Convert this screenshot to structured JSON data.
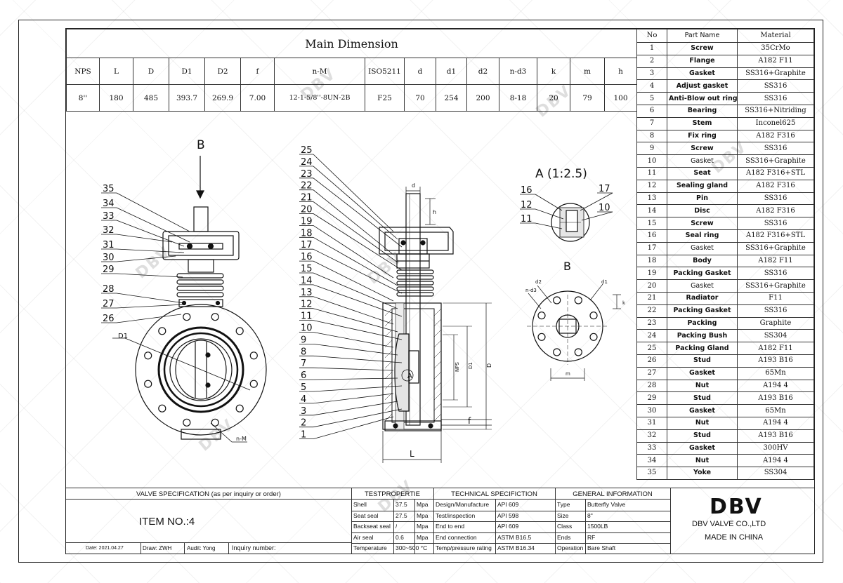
{
  "dimension_table": {
    "title": "Main Dimension",
    "headers": [
      "NPS",
      "L",
      "D",
      "D1",
      "D2",
      "f",
      "n-M",
      "ISO5211",
      "d",
      "d1",
      "d2",
      "n-d3",
      "k",
      "m",
      "h"
    ],
    "values": [
      "8''",
      "180",
      "485",
      "393.7",
      "269.9",
      "7.00",
      "12-1-5/8''-8UN-2B",
      "F25",
      "70",
      "254",
      "200",
      "8-18",
      "20",
      "79",
      "100"
    ]
  },
  "parts_list": {
    "headers": [
      "No",
      "Part Name",
      "Material"
    ],
    "rows": [
      [
        "1",
        "Screw",
        "35CrMo"
      ],
      [
        "2",
        "Flange",
        "A182 F11"
      ],
      [
        "3",
        "Gasket",
        "SS316+Graphite"
      ],
      [
        "4",
        "Adjust gasket",
        "SS316"
      ],
      [
        "5",
        "Anti-Blow out ring",
        "SS316"
      ],
      [
        "6",
        "Bearing",
        "SS316+Nitriding"
      ],
      [
        "7",
        "Stem",
        "Inconel625"
      ],
      [
        "8",
        "Fix ring",
        "A182 F316"
      ],
      [
        "9",
        "Screw",
        "SS316"
      ],
      [
        "10",
        "Gasket",
        "SS316+Graphite"
      ],
      [
        "11",
        "Seat",
        "A182 F316+STL"
      ],
      [
        "12",
        "Sealing gland",
        "A182 F316"
      ],
      [
        "13",
        "Pin",
        "SS316"
      ],
      [
        "14",
        "Disc",
        "A182 F316"
      ],
      [
        "15",
        "Screw",
        "SS316"
      ],
      [
        "16",
        "Seal ring",
        "A182 F316+STL"
      ],
      [
        "17",
        "Gasket",
        "SS316+Graphite"
      ],
      [
        "18",
        "Body",
        "A182 F11"
      ],
      [
        "19",
        "Packing Gasket",
        "SS316"
      ],
      [
        "20",
        "Gasket",
        "SS316+Graphite"
      ],
      [
        "21",
        "Radiator",
        "F11"
      ],
      [
        "22",
        "Packing Gasket",
        "SS316"
      ],
      [
        "23",
        "Packing",
        "Graphite"
      ],
      [
        "24",
        "Packing Bush",
        "SS304"
      ],
      [
        "25",
        "Packing Gland",
        "A182 F11"
      ],
      [
        "26",
        "Stud",
        "A193 B16"
      ],
      [
        "27",
        "Gasket",
        "65Mn"
      ],
      [
        "28",
        "Nut",
        "A194 4"
      ],
      [
        "29",
        "Stud",
        "A193 B16"
      ],
      [
        "30",
        "Gasket",
        "65Mn"
      ],
      [
        "31",
        "Nut",
        "A194 4"
      ],
      [
        "32",
        "Stud",
        "A193 B16"
      ],
      [
        "33",
        "Gasket",
        "300HV"
      ],
      [
        "34",
        "Nut",
        "A194 4"
      ],
      [
        "35",
        "Yoke",
        "SS304"
      ]
    ]
  },
  "drawing_labels": {
    "front_view_title": "B",
    "detail_title": "A (1:2.5)",
    "view_b_title": "B",
    "d1_label": "D1",
    "nm_label": "n-M",
    "l_label": "L",
    "f_label": "f",
    "d_label": "D",
    "d1_vert": "D1",
    "nps_vert": "NPS",
    "a_marker": "A",
    "d_top": "d",
    "h_label": "h",
    "b_d2": "d2",
    "b_d1": "d1",
    "b_nd3": "n-d3",
    "b_k": "k",
    "b_m": "m",
    "front_callouts": [
      "35",
      "34",
      "33",
      "32",
      "31",
      "30",
      "29",
      "28",
      "27",
      "26"
    ],
    "section_callouts": [
      "25",
      "24",
      "23",
      "22",
      "21",
      "20",
      "19",
      "18",
      "17",
      "16",
      "15",
      "14",
      "13",
      "12",
      "11",
      "10",
      "9",
      "8",
      "7",
      "6",
      "5",
      "4",
      "3",
      "2",
      "1"
    ],
    "detail_callouts": [
      "16",
      "12",
      "11",
      "17",
      "10"
    ]
  },
  "valve_specification": {
    "header": "VALVE SPECIFICATION (as per inquiry or order)",
    "item_no": "ITEM NO.:4",
    "date": "Date: 2021.04.27",
    "draw": "Draw: ZWH",
    "audit": "Audit: Yong",
    "inquiry": "Inquiry number:"
  },
  "test_properties": {
    "header": "TESTPROPERTIE",
    "rows": [
      {
        "label": "Shell",
        "value": "37.5",
        "unit": "Mpa"
      },
      {
        "label": "Seat seal",
        "value": "27.5",
        "unit": "Mpa"
      },
      {
        "label": "Backseat seal",
        "value": "/",
        "unit": "Mpa"
      },
      {
        "label": "Air seal",
        "value": "0.6",
        "unit": "Mpa"
      },
      {
        "label": "Temperature",
        "value": "300~500 °C",
        "unit": ""
      }
    ]
  },
  "technical_specification": {
    "header": "TECHNICAL SPECIFICTION",
    "rows": [
      {
        "label": "Design/Manufacture",
        "value": "API 609"
      },
      {
        "label": "Test/inspection",
        "value": "API 598"
      },
      {
        "label": "End to end",
        "value": "API 609"
      },
      {
        "label": "End connection",
        "value": "ASTM B16.5"
      },
      {
        "label": "Temp/pressure rating",
        "value": "ASTM B16.34"
      }
    ]
  },
  "general_information": {
    "header": "GENERAL INFORMATION",
    "rows": [
      {
        "label": "Type",
        "value": "Butterfly Valve"
      },
      {
        "label": "Size",
        "value": "8\""
      },
      {
        "label": "Class",
        "value": "1500LB"
      },
      {
        "label": "Ends",
        "value": "RF"
      },
      {
        "label": "Operation",
        "value": "Bare Shaft"
      }
    ]
  },
  "company": {
    "logo": "DBV",
    "name": "DBV VALVE CO.,LTD",
    "origin": "MADE IN CHINA",
    "watermark": "DBV"
  }
}
